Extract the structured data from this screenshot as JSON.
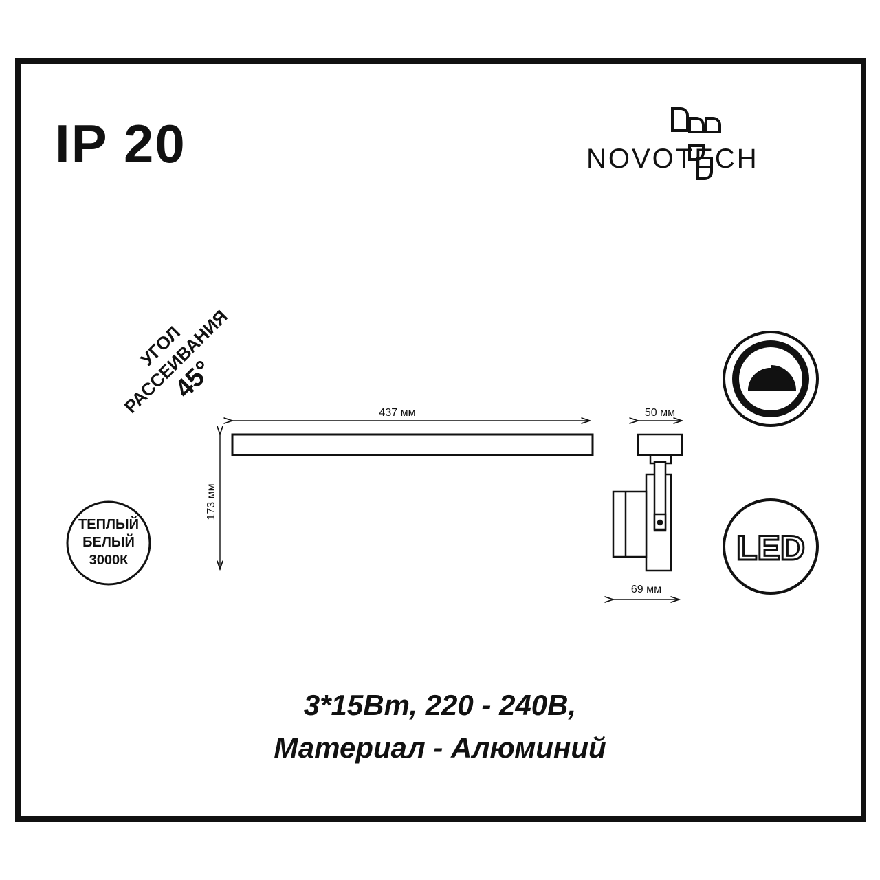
{
  "header": {
    "ip_rating": "IP 20",
    "brand": "NOVOTECH"
  },
  "beam_angle": {
    "line1": "УГОЛ",
    "line2": "РАССЕИВАНИЯ",
    "value": "45°"
  },
  "color_temp": {
    "line1": "ТЕПЛЫЙ",
    "line2": "БЕЛЫЙ",
    "line3": "3000К"
  },
  "dimensions": {
    "width": "437 мм",
    "height": "173 мм",
    "depth_top": "50 мм",
    "depth_bottom": "69 мм"
  },
  "badges": {
    "led": "LED",
    "dimmer_icon": "dimmer-icon"
  },
  "specs": {
    "line1": "3*15Вт, 220 - 240В,",
    "line2": "Материал - Алюминий"
  },
  "colors": {
    "ink": "#111111",
    "background": "#ffffff"
  }
}
